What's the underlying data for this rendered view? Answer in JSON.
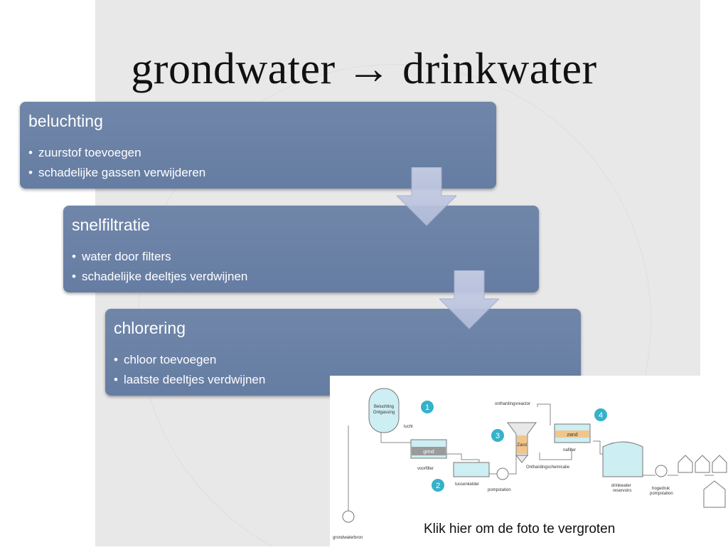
{
  "title": "grondwater → drinkwater",
  "steps": [
    {
      "heading": "beluchting",
      "bullets": [
        "zuurstof toevoegen",
        "schadelijke gassen verwijderen"
      ]
    },
    {
      "heading": "snelfiltratie",
      "bullets": [
        "water door filters",
        "schadelijke deeltjes verdwijnen"
      ]
    },
    {
      "heading": "chlorering",
      "bullets": [
        "chloor toevoegen",
        "laatste deeltjes verdwijnen"
      ]
    }
  ],
  "diagram": {
    "labels": {
      "beluchting": "Beluchting",
      "ontgassing": "Ontgassing",
      "lucht": "lucht",
      "grind": "grind",
      "voorfilter": "voorfilter",
      "tussenkelder": "tussenkelder",
      "pompstation": "pompstation",
      "onthardingsreactor": "onthardingsreactor",
      "zand_reactor": "Zand",
      "onthardingschemicalie": "Onthardingschemicalie",
      "zand_filter": "zand",
      "nafilter": "nafilter",
      "drinkwater_reservoirs_1": "drinkwater",
      "drinkwater_reservoirs_2": "reservoirs",
      "hogedruk_pompstation_1": "hogedruk",
      "hogedruk_pompstation_2": "pompstation",
      "grondwaterbron": "grondwaterbron"
    },
    "steps": [
      "1",
      "2",
      "3",
      "4"
    ],
    "colors": {
      "step_circle": "#35b2c9",
      "water": "#cdeef2",
      "sand": "#f2c58b"
    }
  },
  "caption": "Klik hier om de foto te vergroten"
}
